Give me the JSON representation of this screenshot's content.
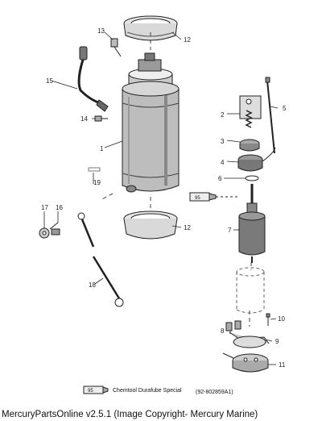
{
  "diagram": {
    "callouts": [
      {
        "id": "c1",
        "text": "1"
      },
      {
        "id": "c2",
        "text": "2"
      },
      {
        "id": "c3",
        "text": "3"
      },
      {
        "id": "c4",
        "text": "4"
      },
      {
        "id": "c5",
        "text": "5"
      },
      {
        "id": "c6",
        "text": "6"
      },
      {
        "id": "c7",
        "text": "7"
      },
      {
        "id": "c8",
        "text": "8"
      },
      {
        "id": "c9",
        "text": "9"
      },
      {
        "id": "c10",
        "text": "10"
      },
      {
        "id": "c11",
        "text": "11"
      },
      {
        "id": "c12a",
        "text": "12"
      },
      {
        "id": "c12b",
        "text": "12"
      },
      {
        "id": "c13",
        "text": "13"
      },
      {
        "id": "c14",
        "text": "14"
      },
      {
        "id": "c15",
        "text": "15"
      },
      {
        "id": "c16",
        "text": "16"
      },
      {
        "id": "c17",
        "text": "17"
      },
      {
        "id": "c18",
        "text": "18"
      },
      {
        "id": "c19",
        "text": "19"
      }
    ],
    "lube_tag": "95",
    "legend": {
      "tag": "95",
      "name": "Chemtool Durafube Special",
      "part_number": "(92-802859A1)"
    }
  },
  "footer": {
    "text": "MercuryPartsOnline v2.5.1 (Image Copyright- Mercury Marine)"
  }
}
